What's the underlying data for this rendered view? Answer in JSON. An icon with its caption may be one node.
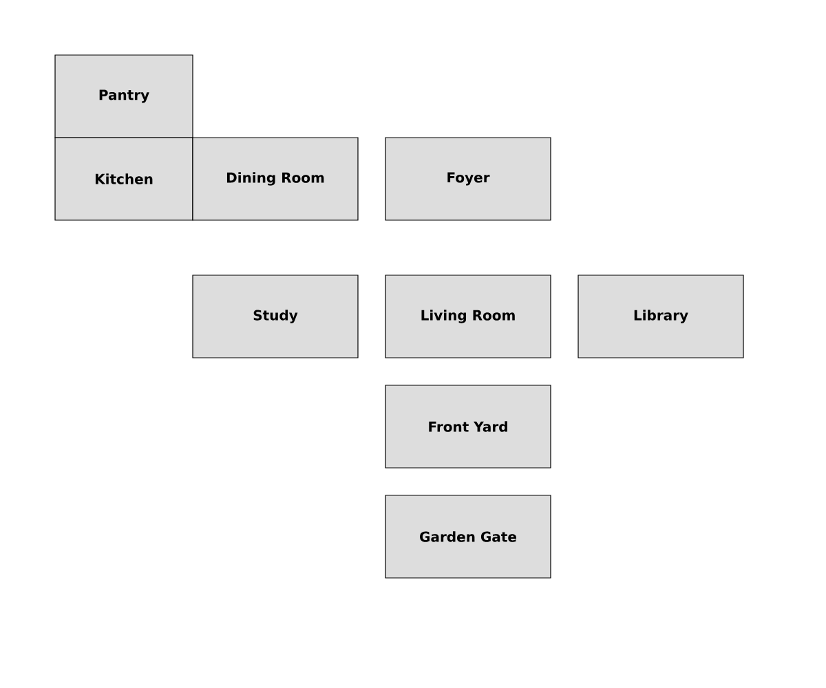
{
  "diagram": {
    "nodes": [
      {
        "text": [
          "Pantry"
        ]
      },
      {
        "text": [
          "Kitchen"
        ]
      },
      {
        "text": [
          "Dining Room"
        ]
      },
      {
        "text": [
          "Foyer"
        ]
      },
      {
        "text": [
          "Study"
        ]
      },
      {
        "text": [
          "Living Room"
        ]
      },
      {
        "text": [
          "Library"
        ]
      },
      {
        "text": [
          "Front Yard"
        ]
      },
      {
        "text": [
          "Garden Gate"
        ]
      }
    ]
  }
}
